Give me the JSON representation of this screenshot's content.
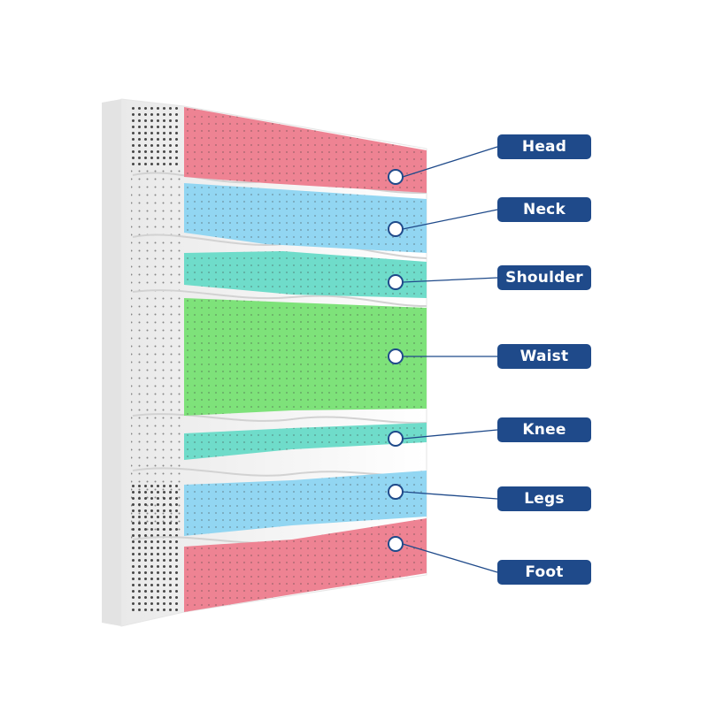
{
  "zones": [
    {
      "id": "head",
      "label": "Head",
      "color": "#ee8393"
    },
    {
      "id": "neck",
      "label": "Neck",
      "color": "#92d6f2"
    },
    {
      "id": "shoulder",
      "label": "Shoulder",
      "color": "#6fdcca"
    },
    {
      "id": "waist",
      "label": "Waist",
      "color": "#7ee27a"
    },
    {
      "id": "knee",
      "label": "Knee",
      "color": "#6fdcca"
    },
    {
      "id": "legs",
      "label": "Legs",
      "color": "#92d6f2"
    },
    {
      "id": "foot",
      "label": "Foot",
      "color": "#ee8393"
    }
  ],
  "colors": {
    "label_bg": "#1f4a8a",
    "leader_line": "#1f4a8a",
    "mattress": "#f4f4f4"
  }
}
